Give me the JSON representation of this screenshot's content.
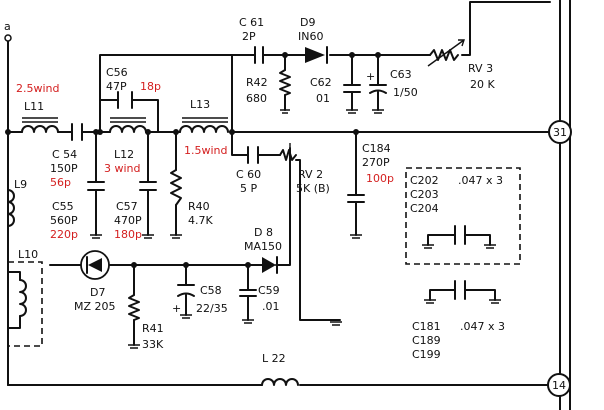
{
  "terminal_a": "a",
  "components": {
    "c61": [
      "C 61",
      "2P"
    ],
    "d9": [
      "D9",
      "IN60"
    ],
    "r42": [
      "R42",
      "680"
    ],
    "c62": [
      "C62",
      "01"
    ],
    "c63": [
      "C63",
      "1/50"
    ],
    "rv3": [
      "RV 3",
      "20 K"
    ],
    "c56": [
      "C56",
      "47P"
    ],
    "c56_mod": "18p",
    "l11": "L11",
    "l11_mod": "2.5wind",
    "l12": "L12",
    "l12_mod": "3 wind",
    "l13": "L13",
    "l13_mod": "1.5wind",
    "c54": [
      "C 54",
      "150P"
    ],
    "c54_mod": "56p",
    "l9": "L9",
    "c55": [
      "C55",
      "560P"
    ],
    "c55_mod": "220p",
    "c57": [
      "C57",
      "470P"
    ],
    "c57_mod": "180p",
    "r40": [
      "R40",
      "4.7K"
    ],
    "c60": [
      "C 60",
      "5 P"
    ],
    "rv2": [
      "RV 2",
      "5K (B)"
    ],
    "c184": [
      "C184",
      "270P"
    ],
    "c184_mod": "100p",
    "d8": [
      "D 8",
      "MA150"
    ],
    "l10": "L10",
    "d7": [
      "D7",
      "MZ 205"
    ],
    "c58": [
      "C58",
      "22/35"
    ],
    "c59": [
      "C59",
      ".01"
    ],
    "r41": [
      "R41",
      "33K"
    ],
    "l22": "L 22",
    "c202_group": [
      "C202",
      "C203",
      "C204"
    ],
    "c202_value": ".047 x 3",
    "c181_group": [
      "C181",
      "C189",
      "C199"
    ],
    "c181_value": ".047 x 3"
  },
  "terminals": {
    "t31": "31",
    "t14": "14"
  }
}
